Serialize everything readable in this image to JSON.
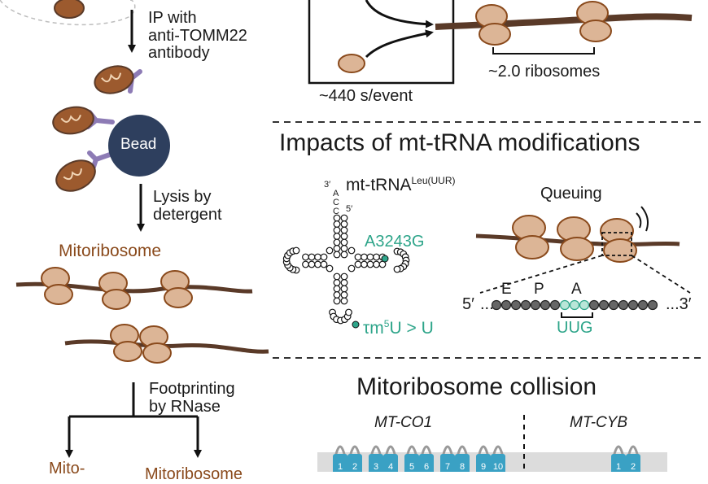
{
  "left_panel": {
    "step1_label": "IP with\nanti-TOMM22\nantibody",
    "bead_label": "Bead",
    "step2_label": "Lysis by\ndetergent",
    "mitoribosome_label": "Mitoribosome",
    "step3_label": "Footprinting\nby RNase",
    "bottom_left_label": "Mito-",
    "bottom_right_label": "Mitoribosome"
  },
  "top_right": {
    "time_label": "~440 s/event",
    "spacing_label": "~2.0 ribosomes"
  },
  "trna_section": {
    "title": "Impacts of mt-tRNA modifications",
    "trna_name": "mt-tRNA",
    "trna_superscript": "Leu(UUR)",
    "three_prime": "3′",
    "five_prime": "5′",
    "acc_a1": "A",
    "acc_c1": "C",
    "acc_c2": "C",
    "mutation_label": "A3243G",
    "modification_prefix": "τm",
    "modification_sup": "5",
    "modification_suffix": "U > U",
    "queuing_label": "Queuing",
    "site_e": "E",
    "site_p": "P",
    "site_a": "A",
    "mrna_5": "5′",
    "mrna_3": "3′",
    "codon": "UUG",
    "colors": {
      "teal": "#2ea58a",
      "brown": "#5a3a28",
      "ribosome": "#dcb596",
      "bead": "#2e3f5e"
    }
  },
  "collision_section": {
    "title": "Mitoribosome collision",
    "gene1": "MT-CO1",
    "gene2": "MT-CYB",
    "co1_helices": [
      "1",
      "2",
      "3",
      "4",
      "5",
      "6",
      "7",
      "8",
      "9",
      "10"
    ],
    "cyb_helices": [
      "1",
      "2"
    ]
  }
}
